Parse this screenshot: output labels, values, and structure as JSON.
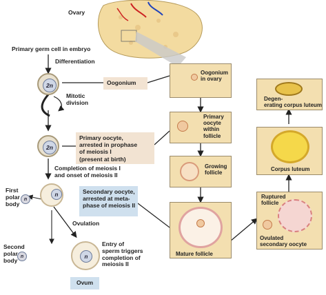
{
  "labels": {
    "ovary": "Ovary",
    "primary_germ_cell": "Primary germ cell in embryo",
    "differentiation": "Differentiation",
    "mitotic_division": "Mitotic\ndivision",
    "completion_meiosis_1": "Completion of meiosis I\nand onset of meiosis II",
    "first_polar_body": "First\npolar\nbody",
    "second_polar_body": "Second\npolar\nbody",
    "ovulation": "Ovulation",
    "entry_of_sperm": "Entry of\nsperm triggers\ncompletion of\nmeiosis II"
  },
  "boxes": {
    "oogonium": "Oogonium",
    "primary_oocyte": "Primary oocyte,\narrested in prophase\nof meiosis I\n(present at birth)",
    "secondary_oocyte": "Secondary oocyte,\narrested at meta-\nphase of meiosis II",
    "ovum": "Ovum"
  },
  "cells": {
    "two_n": "2n",
    "n": "n"
  },
  "panels": {
    "oogonium_in_ovary": "Oogonium\nin ovary",
    "primary_oocyte_within_follicle": "Primary\noocyte\nwithin\nfollicle",
    "growing_follicle": "Growing\nfollicle",
    "mature_follicle": "Mature follicle",
    "ruptured_follicle": "Ruptured\nfollicle",
    "ovulated_secondary_oocyte": "Ovulated\nsecondary oocyte",
    "corpus_luteum": "Corpus luteum",
    "degenerating_corpus_luteum": "Degen-\nerating corpus luteum"
  },
  "colors": {
    "box_tan": "#f2e3d2",
    "box_blue": "#cfe0ee",
    "tissue": "#f3dfb0",
    "nucleus": "#cfd7e6",
    "corpus_yellow": "#f5d84a"
  }
}
